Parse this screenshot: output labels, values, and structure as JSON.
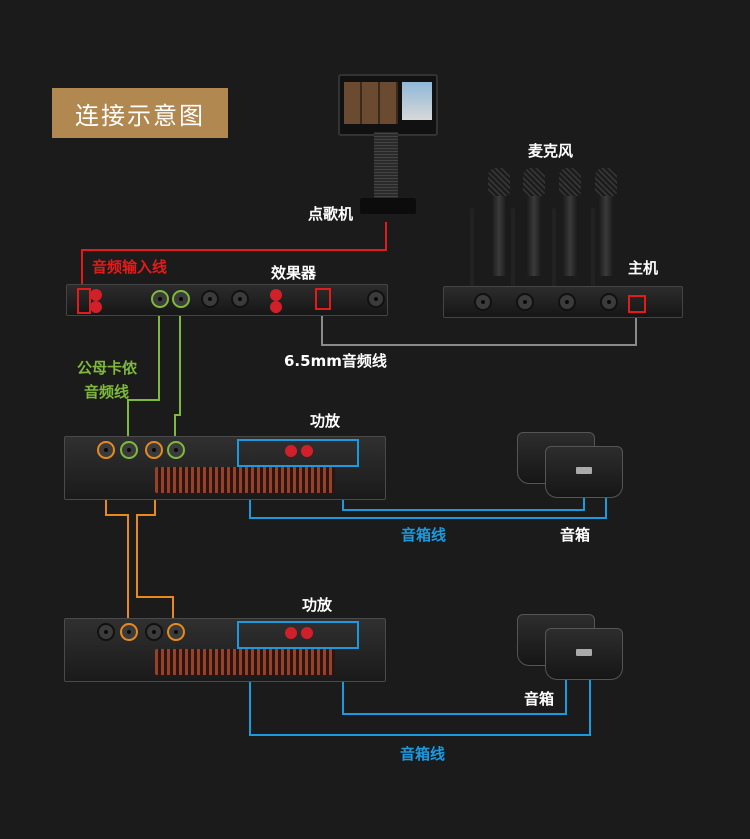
{
  "title": "连接示意图",
  "devices": {
    "karaoke_machine": "点歌机",
    "effects_unit": "效果器",
    "microphones": "麦克风",
    "receiver": "主机",
    "amplifier_1": "功放",
    "amplifier_2": "功放",
    "speaker_1": "音箱",
    "speaker_2": "音箱"
  },
  "cables": {
    "audio_input": "音频输入线",
    "xlr_line1": "公母卡侬",
    "xlr_line2": "音频线",
    "jack_cable": "6.5mm音频线",
    "speaker_cable_1": "音箱线",
    "speaker_cable_2": "音箱线"
  },
  "colors": {
    "background": "#1b1b1b",
    "title_badge": "#b08850",
    "audio_input": "#e31b1b",
    "xlr": "#7db93b",
    "amp_link": "#e68a1e",
    "jack_cable": "#8a8a8a",
    "speaker_cable": "#1b9ae0"
  }
}
